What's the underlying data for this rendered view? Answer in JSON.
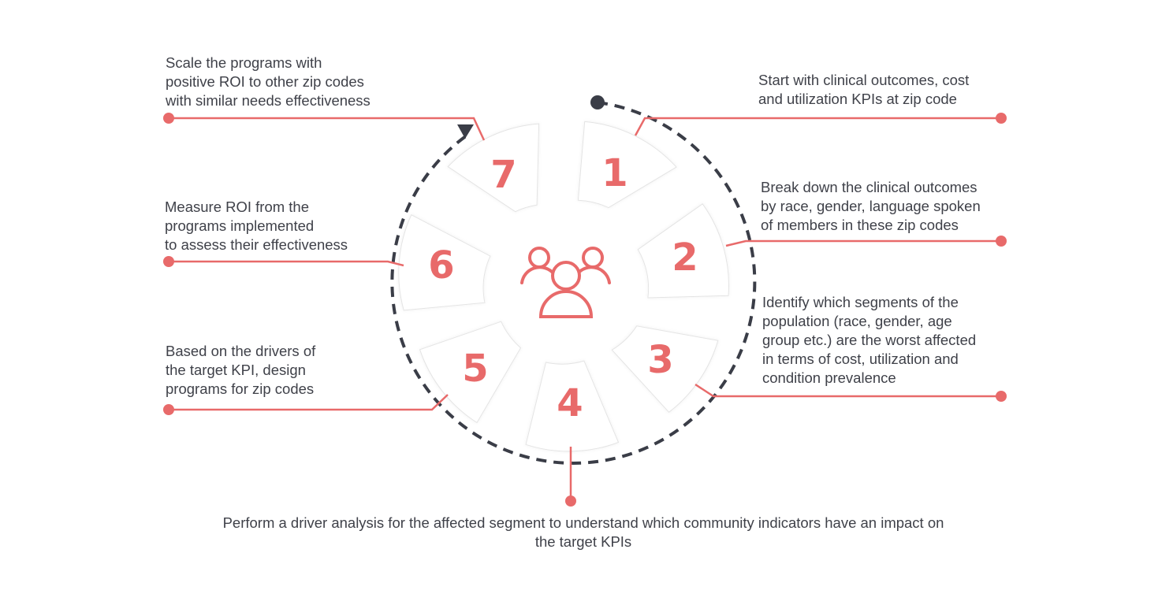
{
  "colors": {
    "accent": "#e86a6a",
    "arc": "#3a3d47",
    "text": "#3f4149",
    "segment_border": "#e4e4e4"
  },
  "center_icon": "people-group-icon",
  "steps": [
    {
      "number": "1",
      "lines": [
        "Start with clinical outcomes, cost",
        "and utilization KPIs at zip code"
      ]
    },
    {
      "number": "2",
      "lines": [
        "Break down the clinical outcomes",
        "by race, gender, language spoken",
        "of members in these zip codes"
      ]
    },
    {
      "number": "3",
      "lines": [
        "Identify which segments of the",
        "population (race, gender, age",
        "group etc.) are the worst affected",
        "in terms of cost, utilization and",
        "condition prevalence"
      ]
    },
    {
      "number": "4",
      "lines": [
        "Perform a driver analysis for the affected segment to understand which community indicators have an impact on",
        "the target KPIs"
      ]
    },
    {
      "number": "5",
      "lines": [
        "Based on the drivers of",
        "the target KPI, design",
        "programs for zip codes"
      ]
    },
    {
      "number": "6",
      "lines": [
        "Measure ROI from the",
        "programs implemented",
        "to assess their effectiveness"
      ]
    },
    {
      "number": "7",
      "lines": [
        "Scale the programs with",
        "positive ROI to other zip codes",
        "with similar needs effectiveness"
      ]
    }
  ]
}
